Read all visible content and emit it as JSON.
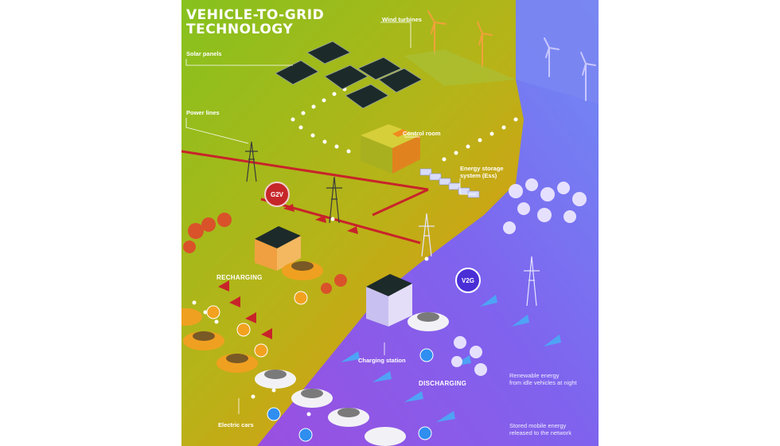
{
  "title": {
    "line1": "VEHICLE-TO-GRID",
    "line2": "TECHNOLOGY"
  },
  "labels": {
    "wind_turbines": "Wind turbines",
    "solar_panels": "Solar panels",
    "power_lines": "Power lines",
    "control_room": "Control room",
    "ess_line1": "Energy storage",
    "ess_line2": "system (Ess)",
    "recharging": "RECHARGING",
    "charging_station": "Charging station",
    "discharging": "DISCHARGING",
    "renewable_line1": "Renewable energy",
    "renewable_line2": "from idle vehicles at night",
    "electric_cars": "Electric cars",
    "stored_line1": "Stored mobile energy",
    "stored_line2": "released to the network"
  },
  "badges": {
    "g2v": "G2V",
    "v2g": "V2G"
  },
  "colors": {
    "green_zone": "#8fbe1c",
    "yellow_zone": "#d8a514",
    "orange_zone": "#e08a12",
    "blue_zone": "#6b73f0",
    "purple_zone": "#8a55e6",
    "grid_red": "#c8242a",
    "flow_blue": "#4fa3f5",
    "car_orange": "#f0a020",
    "car_white": "#f2f2f6"
  }
}
